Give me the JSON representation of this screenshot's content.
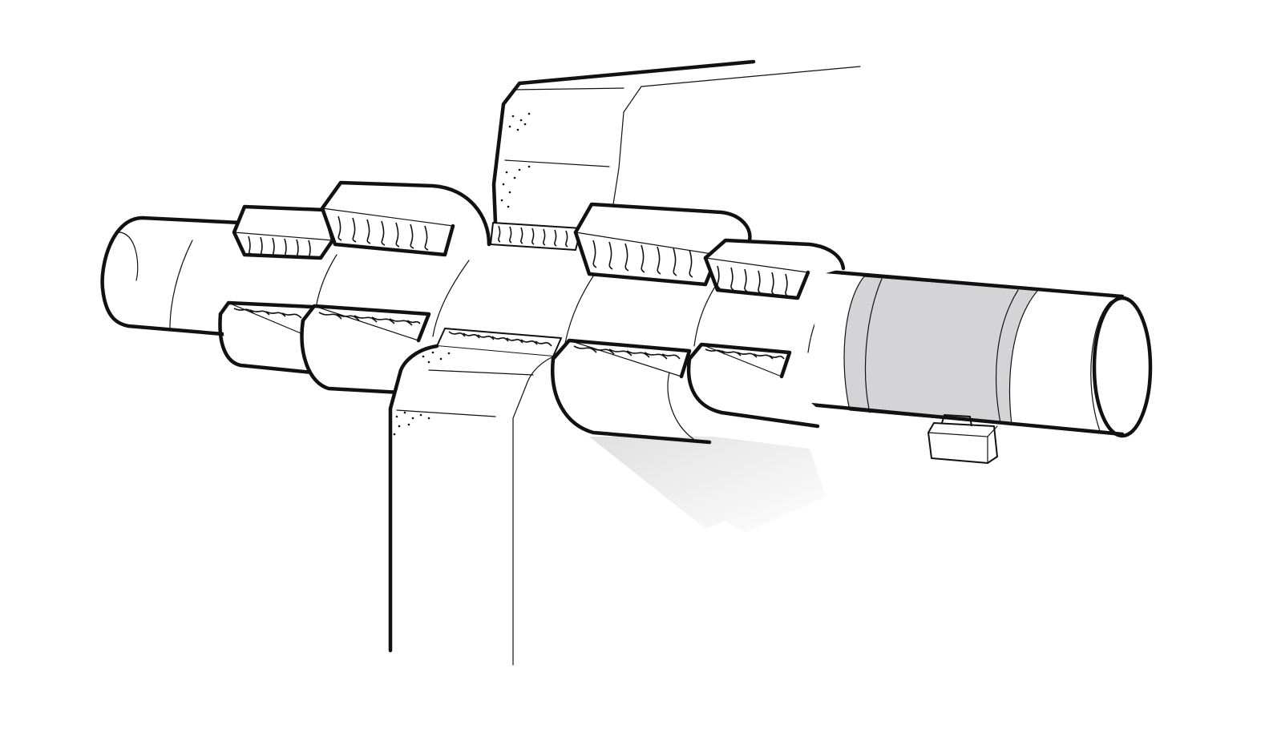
{
  "diagram": {
    "kind": "pipe-insulation-through-wall",
    "parts": [
      {
        "id": "pipe-left-end"
      },
      {
        "id": "insulation-segments"
      },
      {
        "id": "wall-penetration"
      },
      {
        "id": "metal-jacket-band"
      },
      {
        "id": "pipe-support"
      },
      {
        "id": "pipe-right-end"
      }
    ],
    "colors": {
      "stroke": "#111111",
      "background": "#ffffff",
      "jacket": "#d4d4d6",
      "shadow": "#e6e6e8"
    }
  }
}
